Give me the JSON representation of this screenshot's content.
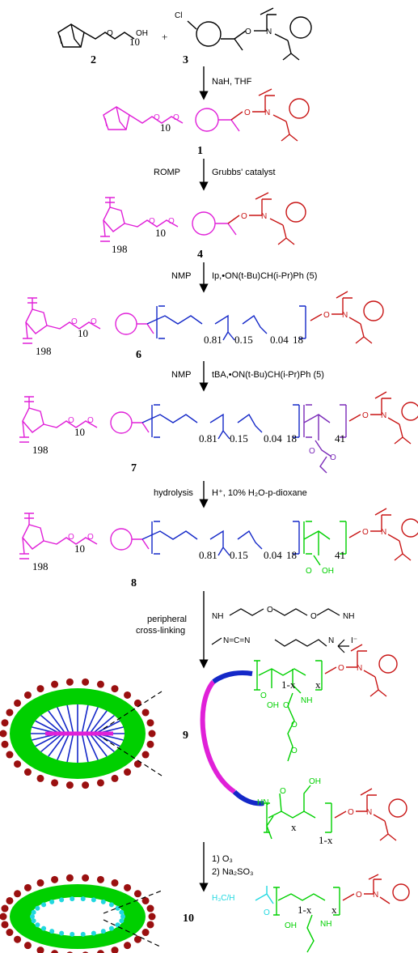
{
  "compounds": {
    "c2": "2",
    "c3": "3",
    "c1": "1",
    "c4": "4",
    "c6": "6",
    "c7": "7",
    "c8": "8",
    "c9": "9",
    "c10": "10"
  },
  "subscripts": {
    "ten": "10",
    "dp198": "198",
    "ip_a": "0.81",
    "ip_b": "0.15",
    "ip_c": "0.04",
    "ip_n": "18",
    "tba_n": "41",
    "one_minus_x": "1-x",
    "x": "x"
  },
  "atoms": {
    "OH": "OH",
    "O": "O",
    "N": "N",
    "Cl": "Cl",
    "NH2": "NH",
    "NH": "NH",
    "HN": "HN",
    "OHacid": "OH",
    "H3CH": "H₃C/H",
    "Iodide": "I⁻",
    "NCN": "N=C=N"
  },
  "steps": {
    "s1": "NaH, THF",
    "s2a": "ROMP",
    "s2b": "Grubbs' catalyst",
    "s3a": "NMP",
    "s3b": "Ip,•ON(t-Bu)CH(i-Pr)Ph (5)",
    "s4a": "NMP",
    "s4b": "tBA,•ON(t-Bu)CH(i-Pr)Ph (5)",
    "s5a": "hydrolysis",
    "s5b": "H⁺, 10% H₂O-p-dioxane",
    "s6a": "peripheral",
    "s6b": "cross-linking",
    "s7a": "1) O₃",
    "s7b": "2) Na₂SO₃"
  },
  "colors": {
    "magenta": "#e020d8",
    "red": "#c81414",
    "blue": "#1428c8",
    "green": "#00d000",
    "purple": "#7a2ab8",
    "cyan": "#20d8e0",
    "dark_red": "#9a1010",
    "black": "#000000"
  }
}
